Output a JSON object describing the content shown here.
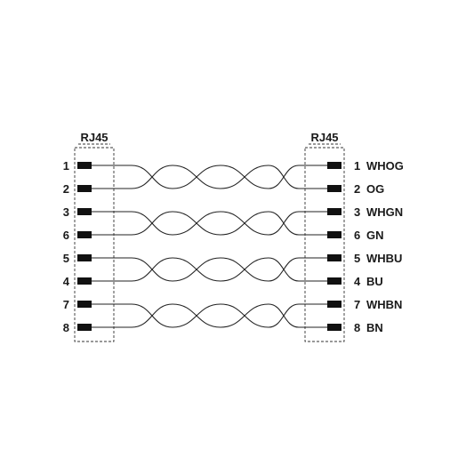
{
  "diagram": {
    "left_connector": {
      "label": "RJ45"
    },
    "right_connector": {
      "label": "RJ45"
    },
    "pairs": [
      {
        "left_pins": [
          "1",
          "2"
        ],
        "right_pins": [
          "1",
          "2"
        ],
        "right_colors": [
          "WHOG",
          "OG"
        ]
      },
      {
        "left_pins": [
          "3",
          "6"
        ],
        "right_pins": [
          "3",
          "6"
        ],
        "right_colors": [
          "WHGN",
          "GN"
        ]
      },
      {
        "left_pins": [
          "5",
          "4"
        ],
        "right_pins": [
          "5",
          "4"
        ],
        "right_colors": [
          "WHBU",
          "BU"
        ]
      },
      {
        "left_pins": [
          "7",
          "8"
        ],
        "right_pins": [
          "7",
          "8"
        ],
        "right_colors": [
          "WHBN",
          "BN"
        ]
      }
    ]
  }
}
